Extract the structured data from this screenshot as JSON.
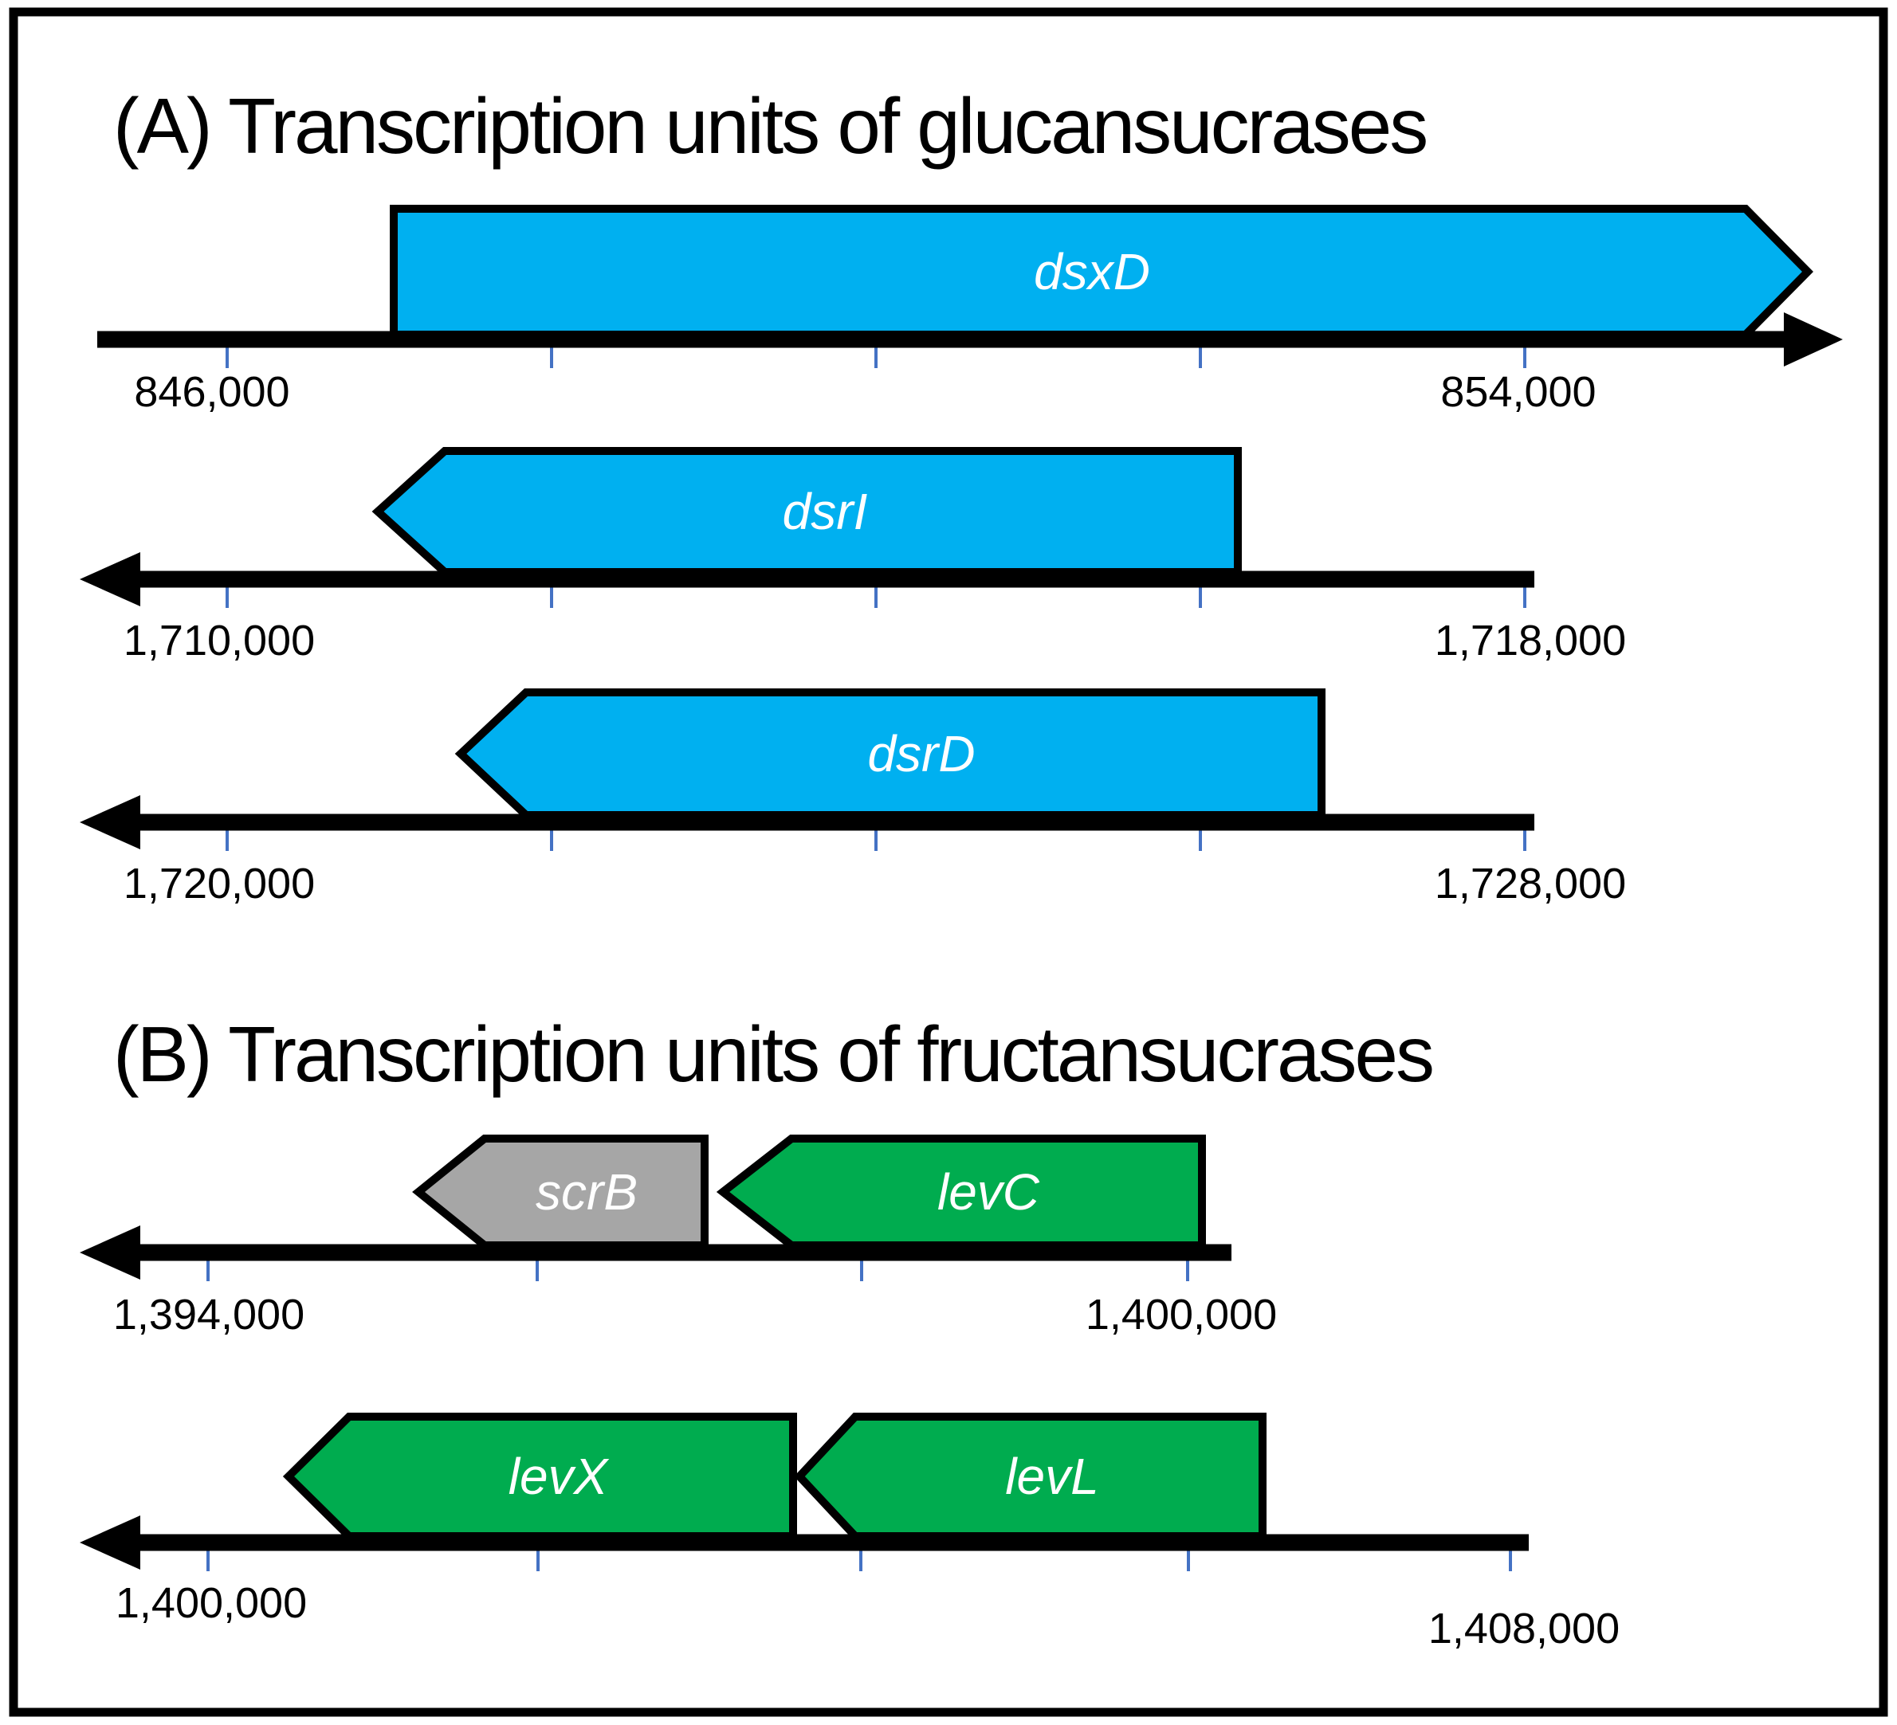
{
  "figure": {
    "panel_a": {
      "title": "(A) Transcription units of glucansucrases",
      "rows": [
        {
          "genes": [
            {
              "name": "dsxD",
              "direction": "right",
              "color": "blue"
            }
          ],
          "axis_start": "846,000",
          "axis_end": "854,000"
        },
        {
          "genes": [
            {
              "name": "dsrI",
              "direction": "left",
              "color": "blue"
            }
          ],
          "axis_start": "1,710,000",
          "axis_end": "1,718,000"
        },
        {
          "genes": [
            {
              "name": "dsrD",
              "direction": "left",
              "color": "blue"
            }
          ],
          "axis_start": "1,720,000",
          "axis_end": "1,728,000"
        }
      ]
    },
    "panel_b": {
      "title": "(B) Transcription units of fructansucrases",
      "rows": [
        {
          "genes": [
            {
              "name": "scrB",
              "direction": "left",
              "color": "gray"
            },
            {
              "name": "levC",
              "direction": "left",
              "color": "green"
            }
          ],
          "axis_start": "1,394,000",
          "axis_end": "1,400,000"
        },
        {
          "genes": [
            {
              "name": "levX",
              "direction": "left",
              "color": "green"
            },
            {
              "name": "levL",
              "direction": "left",
              "color": "green"
            }
          ],
          "axis_start": "1,400,000",
          "axis_end": "1,408,000"
        }
      ]
    },
    "colors": {
      "blue": "#00B0F0",
      "green": "#00AC4F",
      "gray": "#A6A6A6",
      "tick": "#4472C4"
    }
  }
}
